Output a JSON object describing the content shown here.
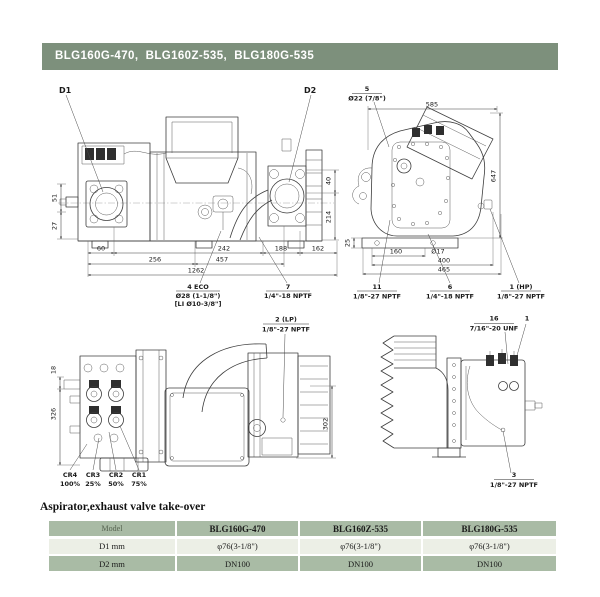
{
  "header": {
    "title": "BLG160G-470,  BLG160Z-535,  BLG180G-535"
  },
  "side_view": {
    "d1": "D1",
    "d2": "D2",
    "dim_51": "51",
    "dim_27": "27",
    "dim_40": "40",
    "dim_214": "214",
    "dim_60": "60",
    "dim_242": "242",
    "dim_188": "188",
    "dim_162": "162",
    "dim_256": "256",
    "dim_457": "457",
    "dim_1262": "1262",
    "eco_no": "4 ECO",
    "eco_size": "Ø28 (1-1/8\")",
    "eco_note": "[LI Ø10-3/8\"]",
    "p7_no": "7",
    "p7_size": "1/4\"-18 NPTF"
  },
  "end_view": {
    "p5_no": "5",
    "p5_size": "Ø22 (7/8\")",
    "dim_585": "585",
    "dim_647": "647",
    "dim_25": "25",
    "dim_160": "160",
    "dim_400": "400",
    "dim_465": "465",
    "dim_o17": "Ø17",
    "p11_no": "11",
    "p11_size": "1/8\"-27 NPTF",
    "p6_no": "6",
    "p6_size": "1/4\"-18 NPTF",
    "p1_no": "1 (HP)",
    "p1_size": "1/8\"-27 NPTF"
  },
  "front_view": {
    "p2_no": "2 (LP)",
    "p2_size": "1/8\"-27 NPTF",
    "dim_18": "18",
    "dim_326": "326",
    "dim_302": "302",
    "cr": [
      {
        "name": "CR4",
        "pct": "100%"
      },
      {
        "name": "CR3",
        "pct": "25%"
      },
      {
        "name": "CR2",
        "pct": "50%"
      },
      {
        "name": "CR1",
        "pct": "75%"
      }
    ]
  },
  "rear_view": {
    "p16_no": "16",
    "p16_size": "7/16\"-20 UNF",
    "p1_no": "1",
    "p3_no": "3",
    "p3_size": "1/8\"-27 NPTF"
  },
  "table": {
    "title": "Aspirator,exhaust valve take-over",
    "columns": [
      "Model",
      "BLG160G-470",
      "BLG160Z-535",
      "BLG180G-535"
    ],
    "rows": [
      {
        "label": "D1 mm",
        "values": [
          "φ76(3-1/8\")",
          "φ76(3-1/8\")",
          "φ76(3-1/8\")"
        ]
      },
      {
        "label": "D2 mm",
        "values": [
          "DN100",
          "DN100",
          "DN100"
        ]
      }
    ]
  },
  "colors": {
    "header_bg": "#7d907c",
    "table_dark_row": "#a9bba5",
    "table_light_row": "#ecefe6"
  }
}
